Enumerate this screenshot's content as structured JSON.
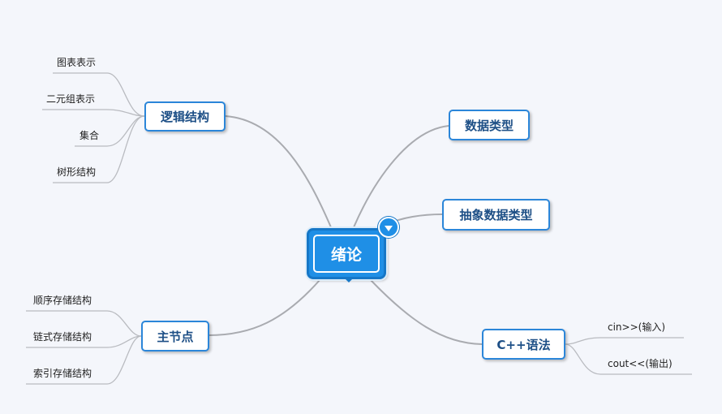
{
  "root": {
    "label": "绪论"
  },
  "branches": {
    "logic": {
      "label": "逻辑结构",
      "children": [
        "图表表示",
        "二元组表示",
        "集合",
        "树形结构"
      ]
    },
    "datatype": {
      "label": "数据类型"
    },
    "adt": {
      "label": "抽象数据类型"
    },
    "storage": {
      "label": "主节点",
      "children": [
        "顺序存储结构",
        "链式存储结构",
        "索引存储结构"
      ]
    },
    "cpp": {
      "label": "C++语法",
      "children": [
        "cin>>(输入)",
        "cout<<(输出)"
      ]
    }
  },
  "colors": {
    "background": "#f4f6fb",
    "root_fill": "#1f8fe6",
    "node_border": "#2b86d9",
    "node_text": "#1d4f86",
    "connector": "#a9abb0"
  },
  "icons": {
    "collapse_toggle": "triangle-down-icon"
  }
}
